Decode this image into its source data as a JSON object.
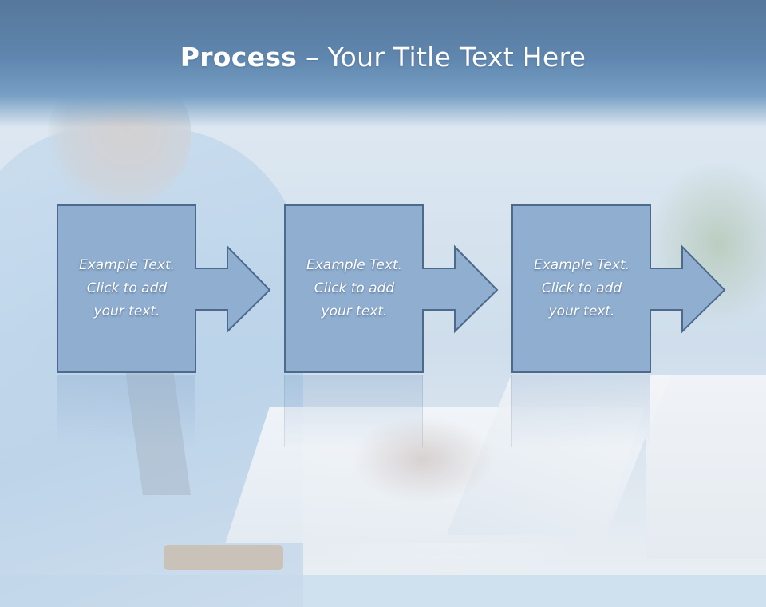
{
  "slide": {
    "title_bold": "Process",
    "title_rest": " – Your Title Text Here"
  },
  "steps": [
    {
      "text": "Example Text.\nClick  to add\nyour text."
    },
    {
      "text": "Example Text.\nClick  to add\nyour text."
    },
    {
      "text": "Example Text.\nClick  to add\nyour text."
    }
  ],
  "colors": {
    "header": "#5f86ae",
    "box_fill": "#8faed0",
    "box_stroke": "#4d6a8c",
    "text": "#ffffff"
  }
}
